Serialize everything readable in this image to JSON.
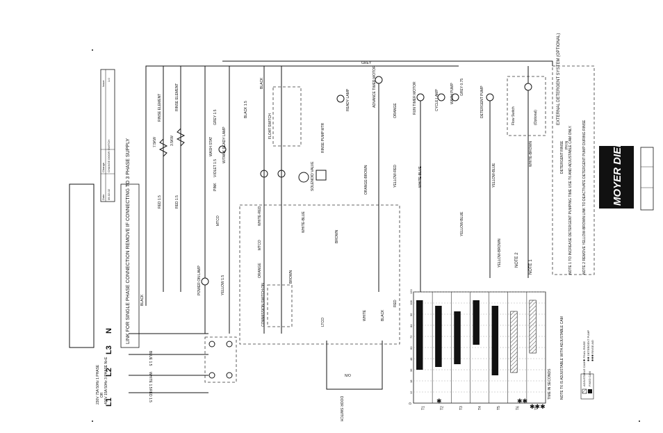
{
  "supply": {
    "phase_lines": [
      "L1",
      "L2",
      "L3",
      "N"
    ],
    "ratings": [
      "230V 75A 50Hz 1 PHASE",
      "OR",
      "400V 15A 50Hz 3 PHASE N+E"
    ],
    "link_note": "LINK FOR SINGLE PHASE CONNECTION REMOVE IF CONNECTING TO 3 PHASE SUPPLY",
    "wire_red": "RED 1.5",
    "wire_white": "WHITE 1.5",
    "wire_blue": "BLUE 1.5",
    "wire_black": "BLACK"
  },
  "elements": {
    "wash_kw": "7.5KW",
    "rinse_kw": "3.5KW",
    "rinse_element_a": "RINSE ELEMENT",
    "rinse_element_b": "RINSE ELEMENT",
    "red_a": "RED 1.5",
    "red_b": "RED 1.5"
  },
  "lamps": {
    "power_on": "POWER ON LAMP",
    "yellow": "YELLOW 1.5",
    "ready": "READY LAMP",
    "cycle": "CYCLE LAMP",
    "wtank": "W/TANK READY LAMP"
  },
  "switches": {
    "commission": "COMMISSION SWITCH ON",
    "mtco": "MTCO",
    "ltco": "LTCO",
    "float": "FLOAT SWITCH",
    "door": "DOOR SWITCH",
    "no": "N/O",
    "wash_stat": "WASH STAT"
  },
  "motors": {
    "advance_timer": "ADVANCE TIMER MOTOR",
    "run_timer": "RUN TIMER MOTOR",
    "wash_pump": "WASH PUMP",
    "rinse_pump_mtr": "RINSE PUMP MTR",
    "solenoid": "SOLENOID VALVE",
    "detergent_pump": "DETERGENT PUMP",
    "wash_pump_wire": "GREY 0.75"
  },
  "wire_colours": {
    "black": "BLACK",
    "grey": "GREY",
    "orange": "ORANGE",
    "brown": "BROWN",
    "white": "WHITE",
    "white_blue": "WHITE-BLUE",
    "white_red": "WHITE-RED",
    "yellow_red": "YELLOW-RED",
    "yellow_blue": "YELLOW-BLUE",
    "yellow_brown": "YELLOW-BROWN",
    "orange_brown": "ORANGE-BROWN",
    "white_brown": "WHITE-BROWN",
    "violet": "VIOLET 1.5",
    "pink": "PINK",
    "grey15": "GREY 1.5",
    "black15": "BLACK 1.5",
    "red": "RED"
  },
  "external": {
    "title": "EXTERNAL DETERGENT SYSTEM (OPTIONAL)",
    "flow_switch": "Flow Switch",
    "optional": "(Optional)",
    "detergent_rinse": "DETERGENT RINSE",
    "ph": "PH N"
  },
  "notes": {
    "note1": "NOTE 1 TO INCREASE DETERGENT PUMPING TIME USE T6 AND ADJUSTABLE CAM ONLY.",
    "note2": "NOTE 2 REMOVE YELLOW-BROWN LINK TO DEACTIVATE DETERGENT PUMP DURING RINSE",
    "note1_short": "NOTE 1",
    "note2_short": "NOTE 2"
  },
  "timing": {
    "rows": [
      "T1",
      "T2",
      "T3",
      "T4",
      "T5",
      "T6",
      "T7"
    ],
    "markers": [
      "✱",
      "✱✱",
      "✱✱✱"
    ],
    "time_label": "TIME IN SECONDS",
    "cam_note": "NOTE T6 IS ADJUSTABLE WITH ADJUSTABLE CAM",
    "sec_labels": [
      "0",
      "12",
      "18",
      "36",
      "48",
      "60",
      "72",
      "84",
      "96",
      "108",
      "120"
    ],
    "legend": [
      "ADJUSTABLE CAM",
      "FIXED CAM"
    ],
    "legend_notes": [
      "✱ FINAL RINSE",
      "✱✱ DETERGENT PUMP",
      "✱✱✱ RINSE AID"
    ]
  },
  "title_block": {
    "headers": [
      "Date",
      "Change",
      "Issue"
    ],
    "date": "09-02-02",
    "change": "CHANGE DOOR SWITCH",
    "issue": "1.0",
    "brand": "MOYER DIEBEL"
  }
}
